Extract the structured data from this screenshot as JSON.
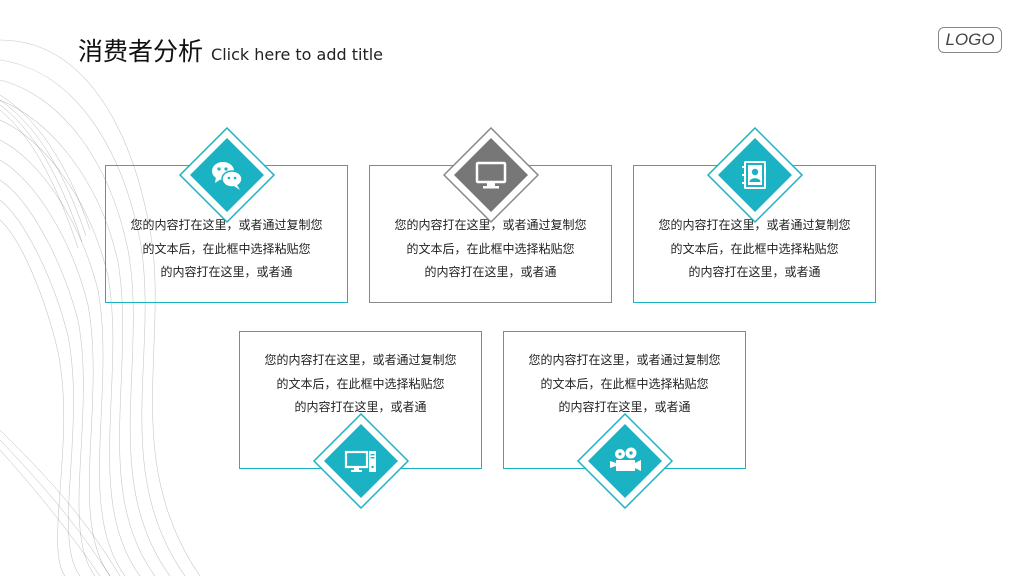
{
  "header": {
    "title_cn": "消费者分析",
    "title_en": "Click here to add title",
    "logo": "LOGO"
  },
  "colors": {
    "accent": "#1bb3c4",
    "neutral": "#888888",
    "bg": "#ffffff"
  },
  "cards": [
    {
      "icon": "wechat-icon",
      "color": "accent",
      "lines": [
        "您的内容打在这里，或者通过复制您",
        "的文本后，在此框中选择粘贴您",
        "的内容打在这里，或者通"
      ]
    },
    {
      "icon": "monitor-icon",
      "color": "neutral",
      "lines": [
        "您的内容打在这里，或者通过复制您",
        "的文本后，在此框中选择粘贴您",
        "的内容打在这里，或者通"
      ]
    },
    {
      "icon": "contacts-book-icon",
      "color": "accent",
      "lines": [
        "您的内容打在这里，或者通过复制您",
        "的文本后，在此框中选择粘贴您",
        "的内容打在这里，或者通"
      ]
    },
    {
      "icon": "desktop-computer-icon",
      "color": "accent",
      "lines": [
        "您的内容打在这里，或者通过复制您",
        "的文本后，在此框中选择粘贴您",
        "的内容打在这里，或者通"
      ]
    },
    {
      "icon": "film-camera-icon",
      "color": "accent",
      "lines": [
        "您的内容打在这里，或者通过复制您",
        "的文本后，在此框中选择粘贴您",
        "的内容打在这里，或者通"
      ]
    }
  ]
}
